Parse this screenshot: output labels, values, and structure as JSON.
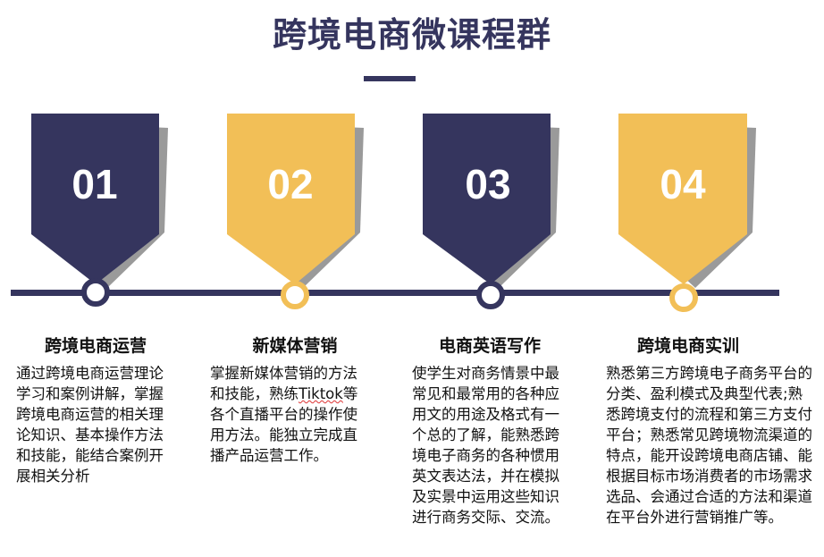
{
  "title": "跨境电商微课程群",
  "colors": {
    "navy": "#35355e",
    "gold": "#f2bf57",
    "shadow": "#9a9a9a"
  },
  "courses": [
    {
      "number": "01",
      "name": "跨境电商运营",
      "description": "通过跨境电商运营理论学习和案例讲解，掌握跨境电商运营的相关理论知识、基本操作方法和技能，能结合案例开展相关分析"
    },
    {
      "number": "02",
      "name": "新媒体营销",
      "description_before": "掌握新媒体营销的方法和技能，熟练",
      "description_link": "Tiktok",
      "description_after": "等各个直播平台的操作使用方法。能独立完成直播产品运营工作。"
    },
    {
      "number": "03",
      "name": "电商英语写作",
      "description": "使学生对商务情景中最常见和最常用的各种应用文的用途及格式有一个总的了解，能熟悉跨境电子商务的各种惯用英文表达法，并在模拟及实景中运用这些知识进行商务交际、交流。"
    },
    {
      "number": "04",
      "name": "跨境电商实训",
      "description": "熟悉第三方跨境电子商务平台的分类、盈利模式及典型代表;熟悉跨境支付的流程和第三方支付平台；熟悉常见跨境物流渠道的特点，能开设跨境电商店铺、能根据目标市场消费者的市场需求选品、会通过合适的方法和渠道在平台外进行营销推广等。"
    }
  ]
}
